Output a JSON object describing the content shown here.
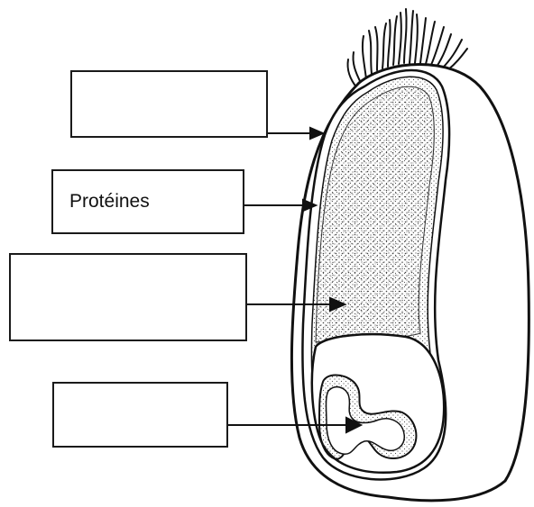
{
  "diagram": {
    "subject": "grain-de-ble",
    "labels": [
      {
        "id": "label-1",
        "text": ""
      },
      {
        "id": "label-2",
        "text": "Protéines"
      },
      {
        "id": "label-3",
        "text": ""
      },
      {
        "id": "label-4",
        "text": ""
      }
    ],
    "colors": {
      "ink": "#1a1a1a",
      "background": "#ffffff"
    }
  }
}
